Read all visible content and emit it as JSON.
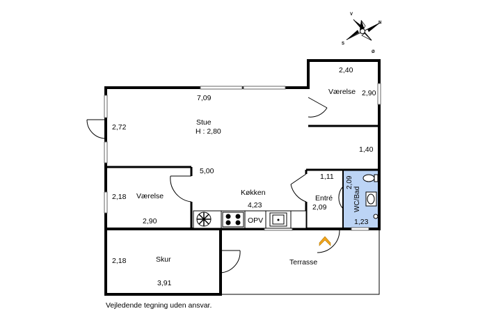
{
  "compass": {
    "n": "N",
    "s": "S",
    "v": "V",
    "o": "Ø"
  },
  "rooms": {
    "stue": {
      "name": "Stue",
      "height": "H : 2,80"
    },
    "vaerelse_top": {
      "name": "Værelse"
    },
    "vaerelse_left": {
      "name": "Værelse"
    },
    "kokken": {
      "name": "Køkken"
    },
    "entre": {
      "name": "Entré"
    },
    "wcbad": {
      "name": "WC/Bad"
    },
    "skur": {
      "name": "Skur"
    },
    "terrasse": {
      "name": "Terrasse"
    }
  },
  "dimensions": {
    "stue_width": "7,09",
    "stue_depth": "2,72",
    "vaerelse_top_width": "2,40",
    "vaerelse_top_depth": "2,90",
    "corridor_depth": "1,40",
    "stue_kokken": "5,00",
    "vaerelse_left_depth": "2,18",
    "vaerelse_left_width": "2,90",
    "kokken_width": "4,23",
    "entre_width": "1,11",
    "entre_depth": "2,09",
    "wc_depth": "2,09",
    "wc_width": "1,23",
    "skur_depth": "2,18",
    "skur_width": "3,91"
  },
  "fixtures": {
    "opv": "OPV"
  },
  "colors": {
    "wall": "#000000",
    "bathroom": "#bcd4f5",
    "bathroom_border": "#2a5fd0",
    "entrance_arrow": "#f2a51c"
  },
  "footer": "Vejledende tegning uden ansvar."
}
